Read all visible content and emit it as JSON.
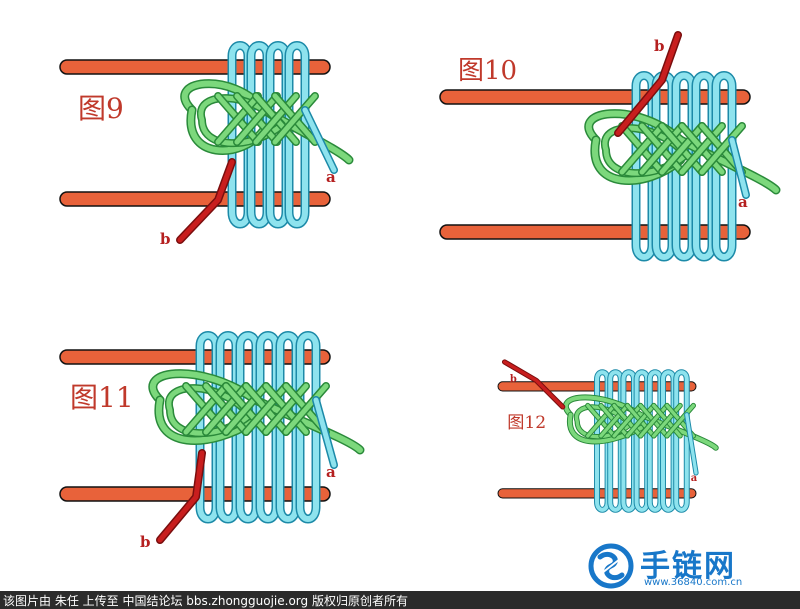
{
  "panels": [
    {
      "label": "图9",
      "end_a": "a",
      "end_b": "b"
    },
    {
      "label": "图10",
      "end_a": "a",
      "end_b": "b"
    },
    {
      "label": "图11",
      "end_a": "a",
      "end_b": "b"
    },
    {
      "label": "图12",
      "end_a": "a",
      "end_b": "b"
    }
  ],
  "watermark": {
    "name": "手链网",
    "url": "www.36840.com.cn"
  },
  "footer": {
    "text": "该图片由 朱任 上传至 中国结论坛 bbs.zhongguojie.org 版权归原创者所有"
  },
  "colors": {
    "rod": "#e8623a",
    "rod_outline": "#111111",
    "cord_a": "#8ee3ee",
    "cord_a_outline": "#1c8aa8",
    "cord_knot": "#7cd87c",
    "cord_knot_outline": "#2a8a3a",
    "cord_b": "#c81e1e",
    "label": "#c0392b",
    "watermark": "#1877c9",
    "footer_bg": "#2b2b2b"
  },
  "icons": {
    "watermark_logo": "knot-logo-icon"
  }
}
